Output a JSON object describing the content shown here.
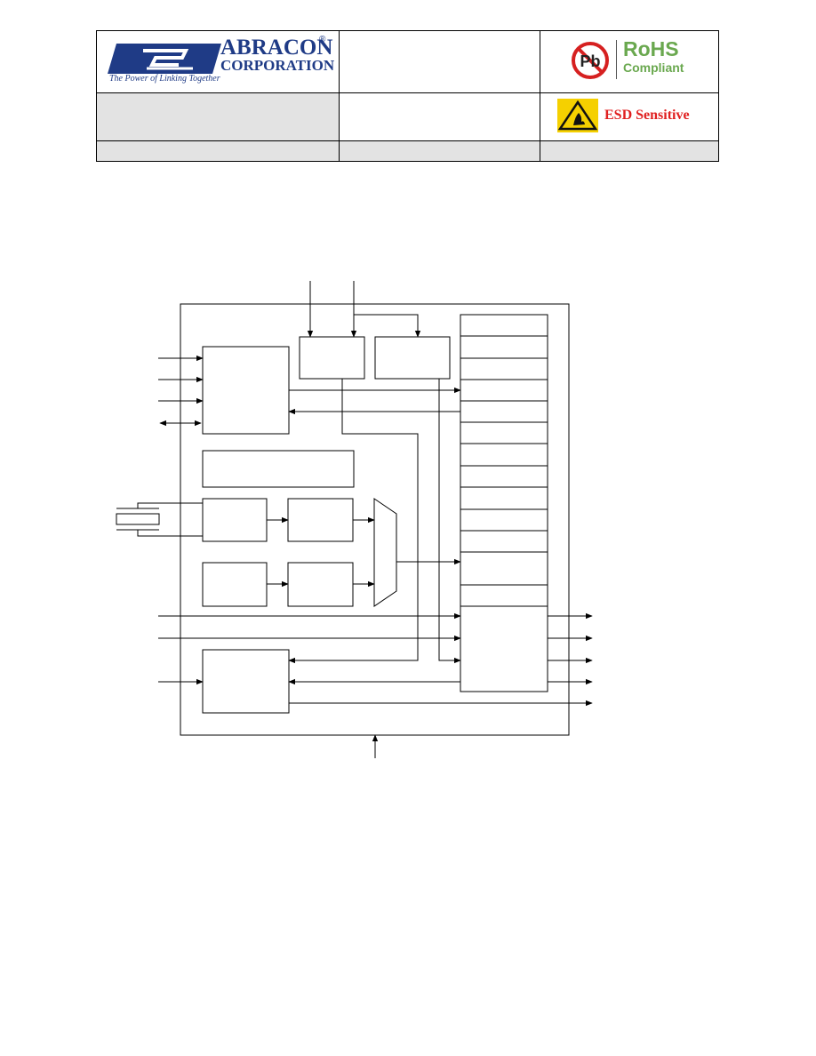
{
  "header": {
    "company_name": "ABRACON",
    "company_sub": "CORPORATION",
    "registered_mark": "®",
    "tagline": "The Power of Linking Together",
    "rohs_title": "RoHS",
    "rohs_sub": "Compliant",
    "lead_symbol": "Pb",
    "esd_label": "ESD Sensitive"
  },
  "colors": {
    "brand_blue": "#1f3b86",
    "rohs_green": "#6aa84f",
    "esd_red": "#e02020",
    "esd_yellow": "#f5d000",
    "cell_gray": "#e3e3e3"
  }
}
